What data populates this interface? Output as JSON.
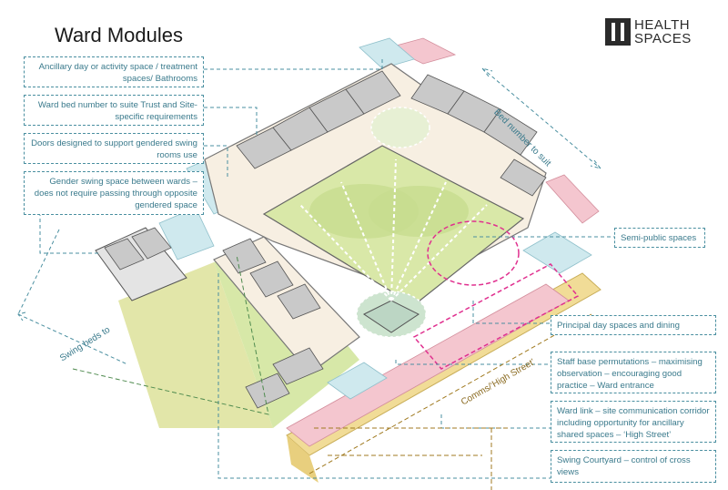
{
  "title": "Ward Modules",
  "logo": {
    "line1": "HEALTH",
    "line2": "SPACES"
  },
  "callouts_left": [
    {
      "text": "Ancillary day or activity  space / treatment spaces/ Bathrooms"
    },
    {
      "text": "Ward bed number to suite Trust and Site-specific requirements"
    },
    {
      "text": "Doors designed to support gendered swing rooms use"
    },
    {
      "text": "Gender swing space between wards – does not require passing through opposite gendered space"
    }
  ],
  "callouts_right": [
    {
      "text": "Semi-public spaces"
    },
    {
      "text": "Principal day spaces and dining"
    },
    {
      "text": "Staff base permutations – maximising observation – encouraging good practice – Ward entrance"
    },
    {
      "text": "Ward link – site communication corridor including opportunity for ancillary shared spaces – ‘High Street’"
    },
    {
      "text": "Swing Courtyard – control of cross views"
    }
  ],
  "labels": {
    "bed_number": "Bed number to suit",
    "swing_beds": "Swing beds to",
    "comms": "Comms/‘High Street’"
  },
  "colors": {
    "accent_teal": "#4a8fa0",
    "courtyard_green": "#d9e8a8",
    "link_pink": "#f2c3cc",
    "link_cyan": "#cfe9ee",
    "highstreet_yellow": "#f1dc97",
    "magenta": "#e0308f",
    "brown": "#8a6a20"
  }
}
